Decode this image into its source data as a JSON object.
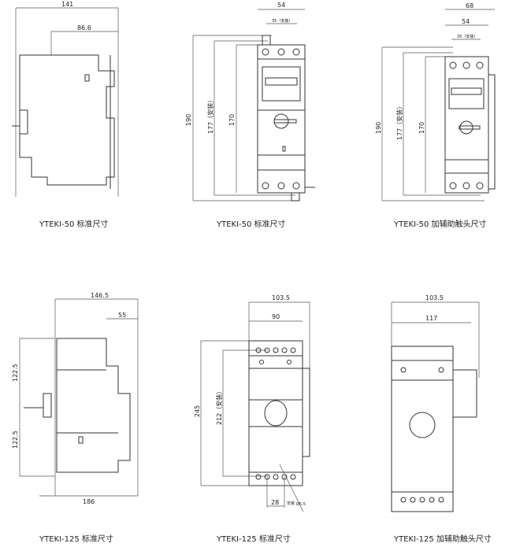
{
  "drawings": [
    {
      "caption": "YTEKI-50 标准尺寸",
      "dims": {
        "width_total": "141",
        "depth": "86.6"
      }
    },
    {
      "caption": "YTEKI-50 标准尺寸",
      "dims": {
        "width": "54",
        "mount_w": "35（安装）",
        "height_total": "190",
        "mount_h": "177（安装）",
        "body_h": "170"
      }
    },
    {
      "caption": "YTEKI-50 加辅助触头尺寸",
      "dims": {
        "width_total": "68",
        "width": "54",
        "mount_w": "35（安装）",
        "height_total": "190",
        "mount_h": "177（安装）",
        "body_h": "170"
      }
    },
    {
      "caption": "YTEKI-125 标准尺寸",
      "dims": {
        "depth_total": "146.5",
        "depth_top": "55",
        "half_h_top": "122.5",
        "half_h_bottom": "122.5",
        "base": "186"
      }
    },
    {
      "caption": "YTEKI-125 标准尺寸",
      "dims": {
        "width_total": "103.5",
        "width": "90",
        "height_total": "245",
        "mount_h": "212（安装）",
        "mount_w": "28",
        "mount_label": "安装",
        "hole": "Ø5.5"
      }
    },
    {
      "caption": "YTEKI-125 加辅助触头尺寸",
      "dims": {
        "width_total": "103.5",
        "width": "117"
      }
    }
  ]
}
